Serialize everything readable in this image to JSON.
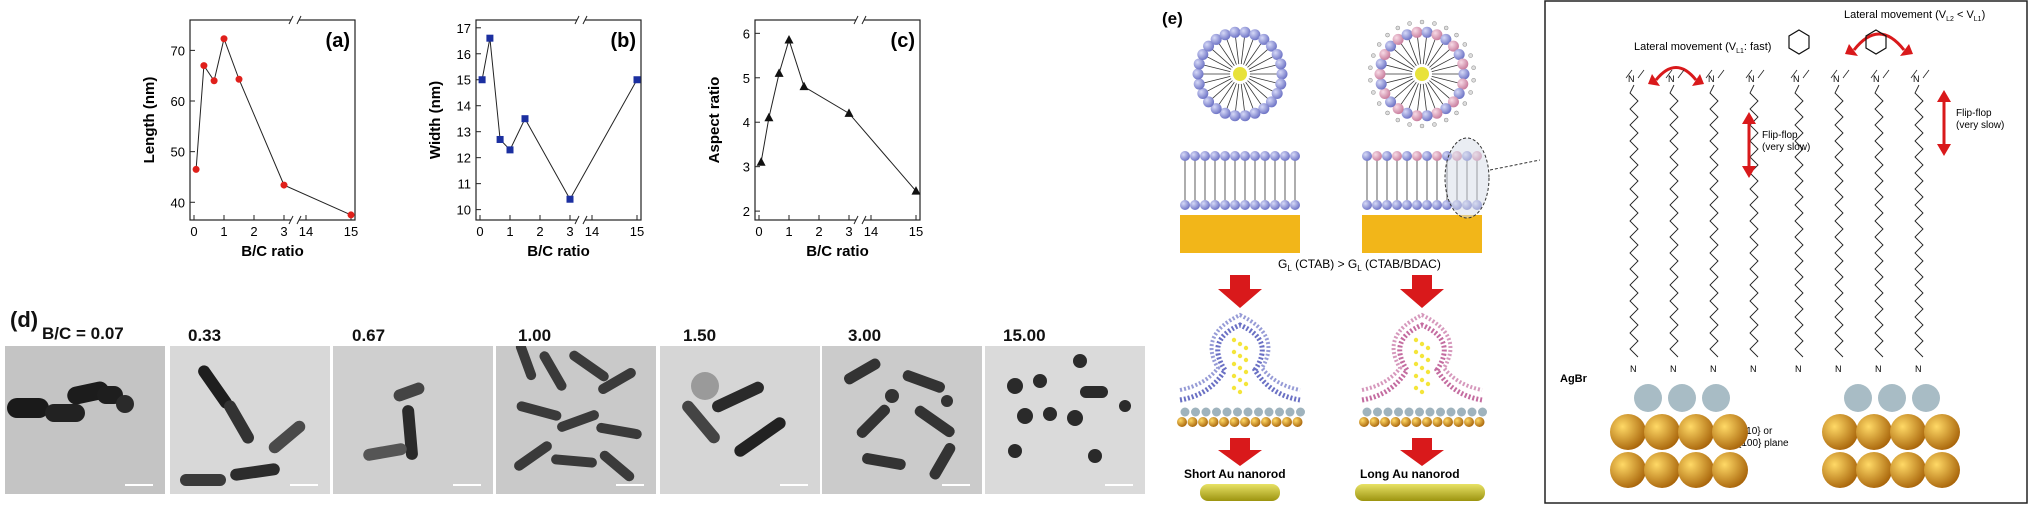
{
  "panels": {
    "a": {
      "tag": "(a)",
      "xlabel": "B/C ratio",
      "ylabel": "Length (nm)",
      "color": "#e0201b",
      "marker": "circle",
      "x": [
        0.07,
        0.33,
        0.67,
        1.0,
        1.5,
        3.0,
        15.0
      ],
      "y": [
        46.5,
        67.0,
        64.0,
        72.3,
        64.3,
        43.4,
        37.5
      ],
      "yticks": [
        40,
        50,
        60,
        70
      ],
      "ylim": [
        36.5,
        76
      ],
      "xticks": [
        "0",
        "1",
        "2",
        "3",
        "14",
        "15"
      ]
    },
    "b": {
      "tag": "(b)",
      "xlabel": "B/C ratio",
      "ylabel": "Width (nm)",
      "color": "#1b2fa0",
      "marker": "square",
      "x": [
        0.07,
        0.33,
        0.67,
        1.0,
        1.5,
        3.0,
        15.0
      ],
      "y": [
        15.0,
        16.6,
        12.7,
        12.3,
        13.5,
        10.4,
        15.0
      ],
      "yticks": [
        10,
        11,
        12,
        13,
        14,
        15,
        16,
        17
      ],
      "ylim": [
        9.6,
        17.3
      ],
      "xticks": [
        "0",
        "1",
        "2",
        "3",
        "14",
        "15"
      ]
    },
    "c": {
      "tag": "(c)",
      "xlabel": "B/C ratio",
      "ylabel": "Aspect ratio",
      "color": "#111111",
      "marker": "triangle",
      "x": [
        0.07,
        0.33,
        0.67,
        1.0,
        1.5,
        3.0,
        15.0
      ],
      "y": [
        3.1,
        4.1,
        5.1,
        5.85,
        4.8,
        4.2,
        2.45
      ],
      "yticks": [
        2,
        3,
        4,
        5,
        6
      ],
      "ylim": [
        1.8,
        6.3
      ],
      "xticks": [
        "0",
        "1",
        "2",
        "3",
        "14",
        "15"
      ]
    }
  },
  "tem": {
    "tag": "(d)",
    "labels": [
      "B/C = 0.07",
      "0.33",
      "0.67",
      "1.00",
      "1.50",
      "3.00",
      "15.00"
    ]
  },
  "scheme": {
    "tag": "(e)",
    "gl_relation": "G",
    "gl_sub1": "L",
    "gl_mid": " (CTAB) > G",
    "gl_sub2": "L",
    "gl_end": " (CTAB/BDAC)",
    "short_label": "Short Au nanorod",
    "long_label": "Long Au nanorod"
  },
  "detail": {
    "lateral_left": "Lateral movement (V",
    "lateral_left_sub": "L1",
    "lateral_left_end": ": fast)",
    "lateral_right": "Lateral movement (V",
    "lateral_right_sub1": "L2",
    "lateral_right_mid": " < V",
    "lateral_right_sub2": "L1",
    "lateral_right_end": ")",
    "flipflop_line1": "Flip-flop",
    "flipflop_line2": "(very slow)",
    "agbr": "AgBr",
    "plane_line1": "{110} or",
    "plane_line2": "{100} plane"
  },
  "colors": {
    "gold_ball": "#c98a14",
    "silver_ball": "#9fb3bd",
    "lipid_head_blue": "#8c93d8",
    "lipid_head_pink": "#e0a6bf",
    "substrate": "#f2b619",
    "arrow_red": "#d9191b",
    "rod": "#c9c21a"
  }
}
